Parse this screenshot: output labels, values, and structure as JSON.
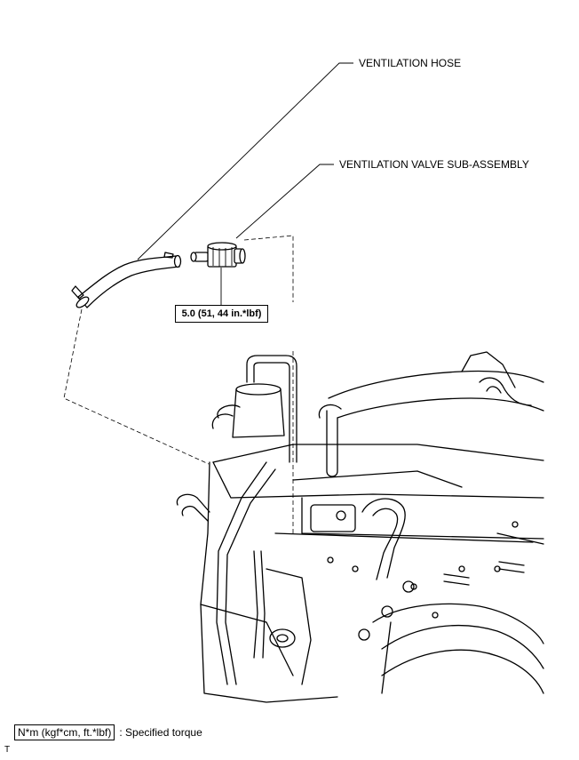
{
  "callouts": {
    "hose": "VENTILATION HOSE",
    "valve": "VENTILATION VALVE SUB-ASSEMBLY"
  },
  "torque": {
    "value": "5.0 (51, 44 in.*lbf)"
  },
  "legend": {
    "unit": "N*m (kgf*cm, ft.*lbf)",
    "description": ": Specified torque"
  },
  "figure_id": "T"
}
